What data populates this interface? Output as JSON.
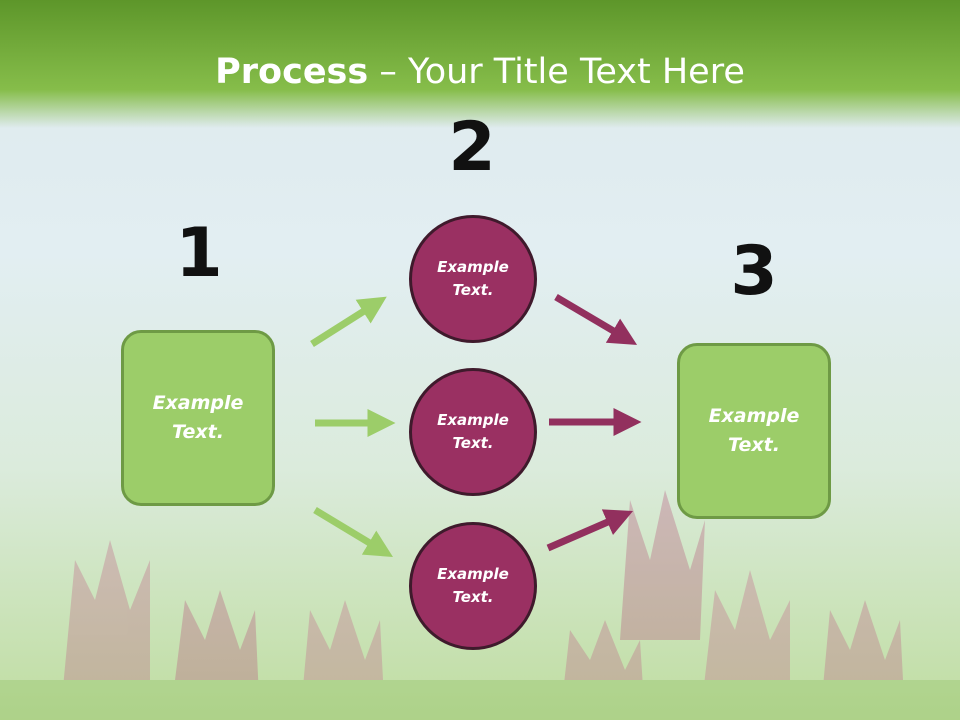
{
  "slide": {
    "title_bold": "Process",
    "title_rest": " – Your Title Text Here",
    "steps": [
      {
        "number": "1",
        "label_line1": "Example",
        "label_line2": "Text."
      },
      {
        "number": "2"
      },
      {
        "number": "3",
        "label_line1": "Example",
        "label_line2": "Text."
      }
    ],
    "circles": [
      {
        "label_line1": "Example",
        "label_line2": "Text."
      },
      {
        "label_line1": "Example",
        "label_line2": "Text."
      },
      {
        "label_line1": "Example",
        "label_line2": "Text."
      }
    ]
  },
  "colors": {
    "header_green": "#7fb845",
    "box_green": "#9ccd69",
    "circle_magenta": "#9a3062",
    "arrow_green": "#9ccd69",
    "arrow_magenta": "#92305e"
  }
}
